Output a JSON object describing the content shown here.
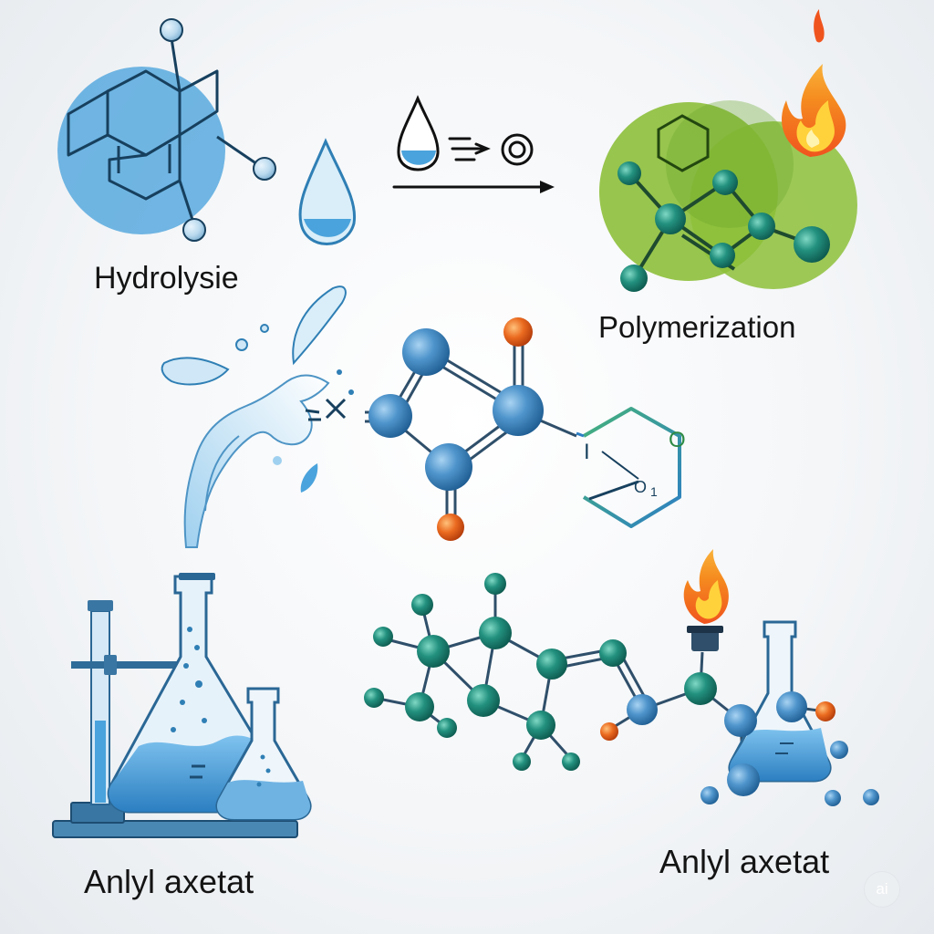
{
  "labels": {
    "hydrolysis": "Hydrolysie",
    "polymerization": "Polymerization",
    "compound_left": "Anlyl axetat",
    "compound_right": "Anlyl axetat",
    "ring_atom_o_top": "O",
    "ring_atom_i": "I",
    "ring_atom_o_inner": "O",
    "ring_sub": "1",
    "watermark": "ai"
  },
  "colors": {
    "blue_atom": "#3f86c0",
    "teal_atom": "#1f8a7a",
    "green_blob": "#8dbf3a",
    "oxygen_atom": "#e8641c",
    "water": "#4aa3dc",
    "glass": "#5fa2c9",
    "flame_outer": "#f0541e",
    "flame_inner": "#ffd23b"
  }
}
